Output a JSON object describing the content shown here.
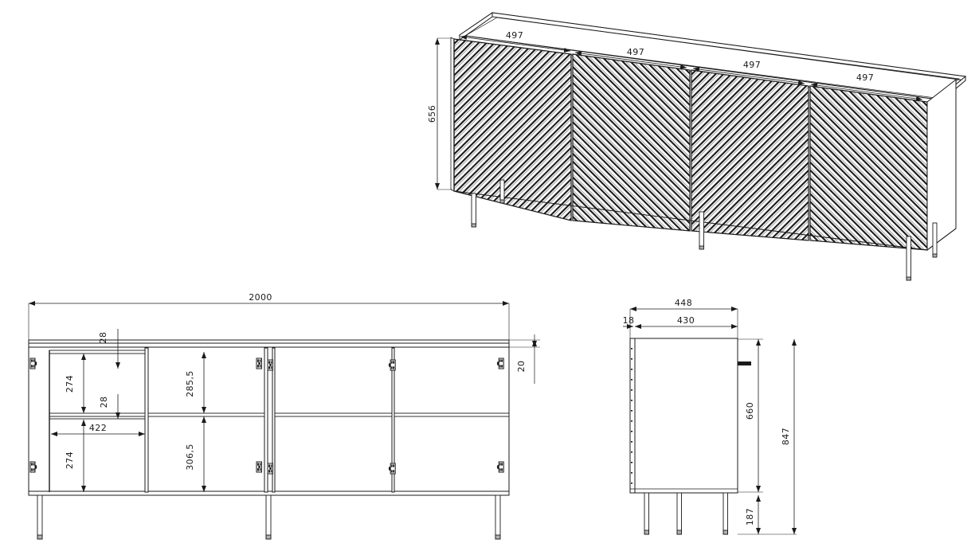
{
  "document": {
    "type": "technical-furniture-drawing",
    "object": "4-door sideboard / chest of drawers with slatted fronts",
    "views": [
      "isometric-3d-view",
      "front-elevation",
      "side-elevation"
    ],
    "units": "mm",
    "line_color": "#1a1a1a",
    "background": "#ffffff",
    "leg_tip_color": "#b0b0b0"
  },
  "iso_view": {
    "name": "isometric-3d-view",
    "door_widths": [
      "497",
      "497",
      "497",
      "497"
    ],
    "body_height": "656",
    "door_count": 4,
    "leg_count": 4,
    "slat_pattern": "herringbone-diagonal"
  },
  "front_view": {
    "name": "front-elevation",
    "total_width": "2000",
    "top_panel_thickness": "28",
    "right_edge_offset": "20",
    "left_compartment": {
      "shelf_width": "422",
      "upper_height": "274",
      "lower_height": "274",
      "shelf_thickness": "28"
    },
    "center_compartments": {
      "upper_height": "285,5",
      "lower_height": "306,5"
    },
    "leg_count": 3,
    "hinge_count": 10
  },
  "side_view": {
    "name": "side-elevation",
    "outer_depth": "448",
    "inner_depth": "430",
    "front_offset": "18",
    "body_height": "660",
    "total_height": "847",
    "leg_height": "187",
    "leg_count": 3
  },
  "dimensions": {
    "d2000": "2000",
    "d497": "497",
    "d656": "656",
    "d28": "28",
    "d20": "20",
    "d274": "274",
    "d422": "422",
    "d2855": "285,5",
    "d3065": "306,5",
    "d448": "448",
    "d430": "430",
    "d18": "18",
    "d660": "660",
    "d847": "847",
    "d187": "187"
  }
}
